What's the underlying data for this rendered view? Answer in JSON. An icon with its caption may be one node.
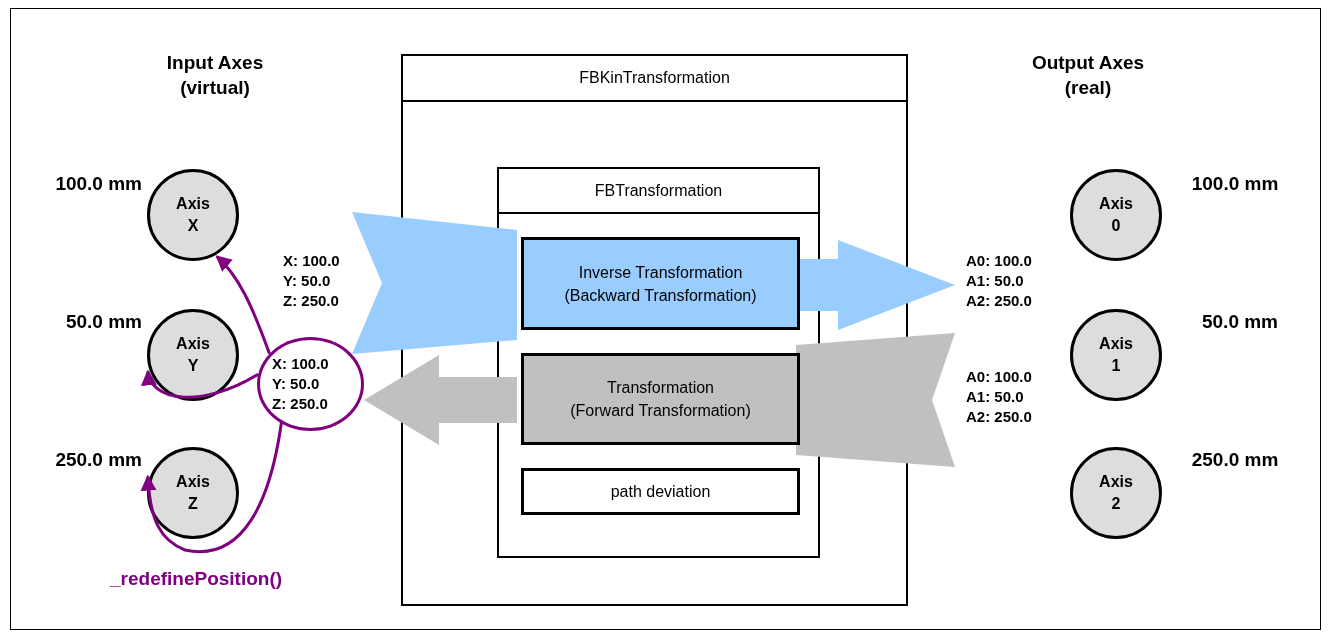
{
  "diagram": {
    "nodes": [
      {
        "text": [
          "Axis X"
        ],
        "beside": [
          "100.0 mm"
        ]
      },
      {
        "text": [
          "Axis Y"
        ],
        "beside": [
          "50.0 mm"
        ]
      },
      {
        "text": [
          "Axis Z"
        ],
        "beside": [
          "250.0 mm"
        ]
      },
      {
        "text": [
          "FBKinTransformation"
        ]
      },
      {
        "text": [
          "FBTransformation"
        ],
        "in": 3
      },
      {
        "text": [
          "Inverse Transformation (Backward Transformation)"
        ],
        "in": 4
      },
      {
        "text": [
          "Transformation (Forward Transformation)"
        ],
        "in": 4
      },
      {
        "text": [
          "path deviation"
        ],
        "in": 4
      },
      {
        "text": [
          "X: 100.0 Y: 50.0 Z: 250.0"
        ]
      },
      {
        "text": [
          "Axis 0"
        ],
        "beside": [
          "100.0 mm"
        ]
      },
      {
        "text": [
          "Axis 1"
        ],
        "beside": [
          "50.0 mm"
        ]
      },
      {
        "text": [
          "Axis 2"
        ],
        "beside": [
          "250.0 mm"
        ]
      }
    ],
    "edges": [
      {
        "from": null,
        "to": 5,
        "arrow": "none",
        "style": "thick",
        "color": "#99ccff"
      },
      {
        "from": 5,
        "to": null,
        "arrow": "to",
        "style": "thick",
        "color": "#99ccff"
      },
      {
        "from": null,
        "to": 6,
        "arrow": "none",
        "style": "thick",
        "color": "#c0c0c0"
      },
      {
        "from": 6,
        "to": 8,
        "arrow": "to",
        "style": "thick",
        "color": "#c0c0c0"
      },
      {
        "from": 8,
        "to": 0,
        "arrow": "to",
        "color": "#800080"
      },
      {
        "from": 8,
        "to": 1,
        "arrow": "to",
        "color": "#800080"
      },
      {
        "from": 8,
        "to": 2,
        "arrow": "to",
        "color": "#800080",
        "label": "_redefinePosition()"
      }
    ],
    "labels": [
      "Input Axes (virtual)",
      "Output Axes (real)",
      "X: 100.0 Y: 50.0 Z: 250.0",
      "A0: 100.0 A1: 50.0 A2: 250.0",
      "A0: 100.0 A1: 50.0 A2: 250.0"
    ]
  }
}
